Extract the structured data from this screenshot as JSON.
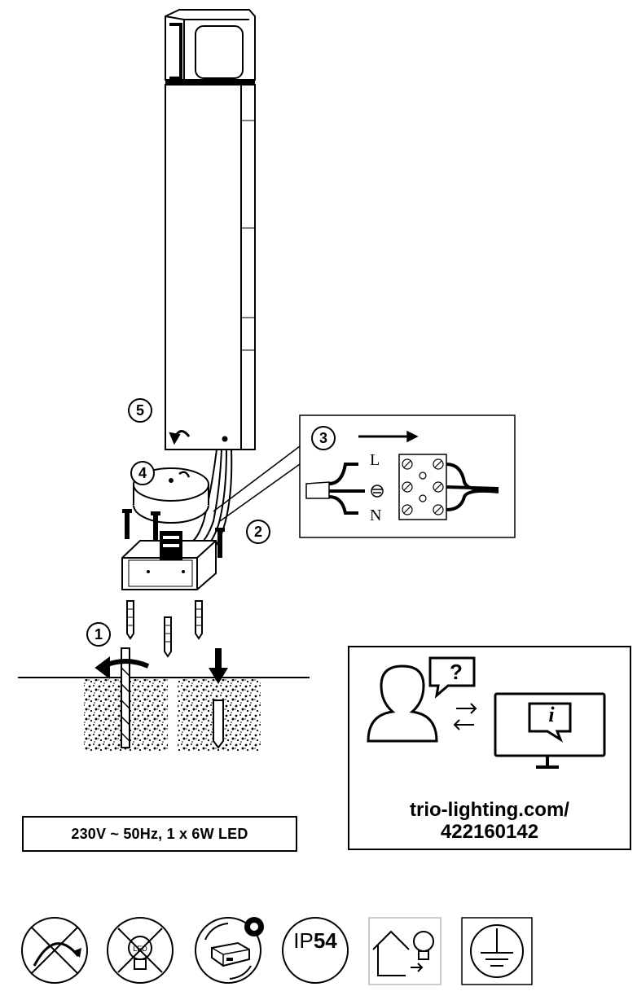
{
  "diagram": {
    "steps": [
      "1",
      "2",
      "3",
      "4",
      "5"
    ],
    "wire_labels": {
      "live": "L",
      "neutral": "N"
    },
    "spec_label": "230V ~ 50Hz, 1 x 6W LED",
    "info": {
      "url": "trio-lighting.com/",
      "code": "422160142",
      "question_mark": "?",
      "info_mark": "i"
    },
    "symbols": {
      "ip_prefix": "IP",
      "ip_digits": "54",
      "led_label": "LED",
      "icon_names": [
        "not-dimmable-icon",
        "led-not-replaceable-icon",
        "replaceable-control-gear-icon",
        "ip54-icon",
        "outdoor-use-icon",
        "protective-earth-icon"
      ]
    }
  }
}
